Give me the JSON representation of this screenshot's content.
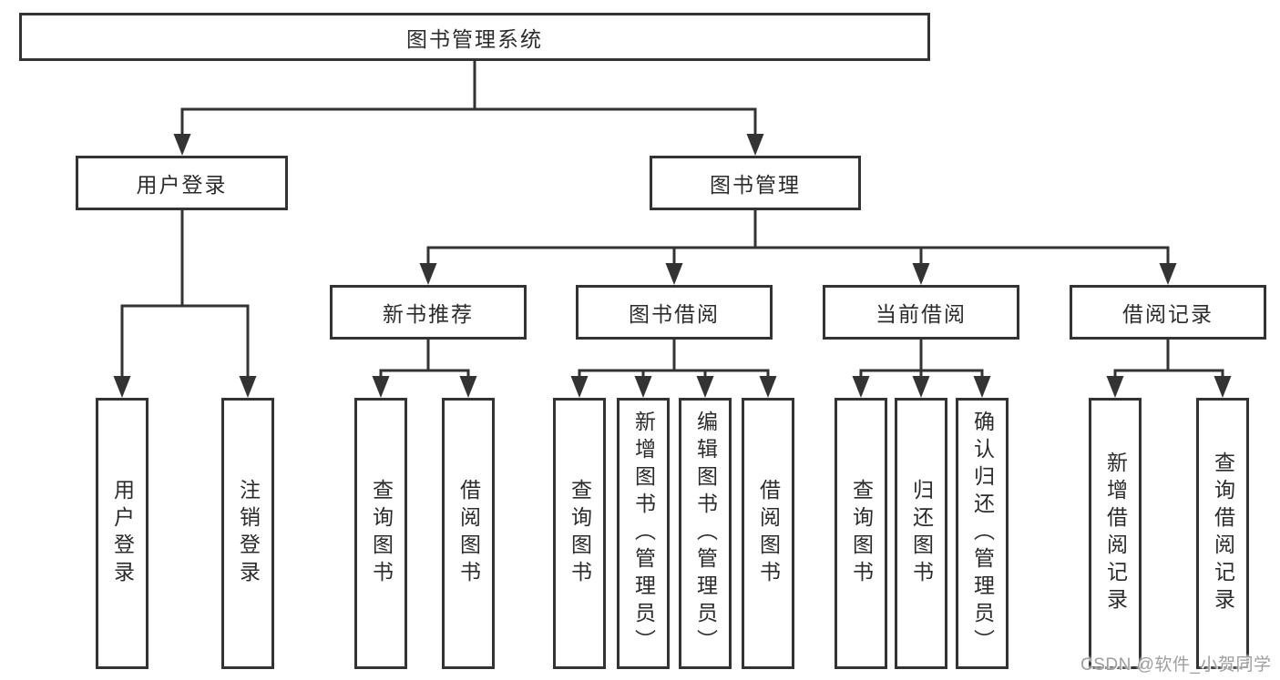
{
  "diagram": {
    "root": {
      "label": "图书管理系统"
    },
    "branches": [
      {
        "label": "用户登录",
        "children": [
          {
            "label": "用户登录"
          },
          {
            "label": "注销登录"
          }
        ]
      },
      {
        "label": "图书管理",
        "children": [
          {
            "label": "新书推荐",
            "children": [
              {
                "label": "查询图书"
              },
              {
                "label": "借阅图书"
              }
            ]
          },
          {
            "label": "图书借阅",
            "children": [
              {
                "label": "查询图书"
              },
              {
                "label": "新增图书（管理员）"
              },
              {
                "label": "编辑图书（管理员）"
              },
              {
                "label": "借阅图书"
              }
            ]
          },
          {
            "label": "当前借阅",
            "children": [
              {
                "label": "查询图书"
              },
              {
                "label": "归还图书"
              },
              {
                "label": "确认归还（管理员）"
              }
            ]
          },
          {
            "label": "借阅记录",
            "children": [
              {
                "label": "新增借阅记录"
              },
              {
                "label": "查询借阅记录"
              }
            ]
          }
        ]
      }
    ]
  },
  "watermark": {
    "text": "CSDN @软件_小贺同学"
  },
  "colors": {
    "line": "#333333",
    "text": "#2b2b2b",
    "box_background": "#ffffff",
    "page_background": "#ffffff",
    "watermark": "#9e9e9e"
  }
}
